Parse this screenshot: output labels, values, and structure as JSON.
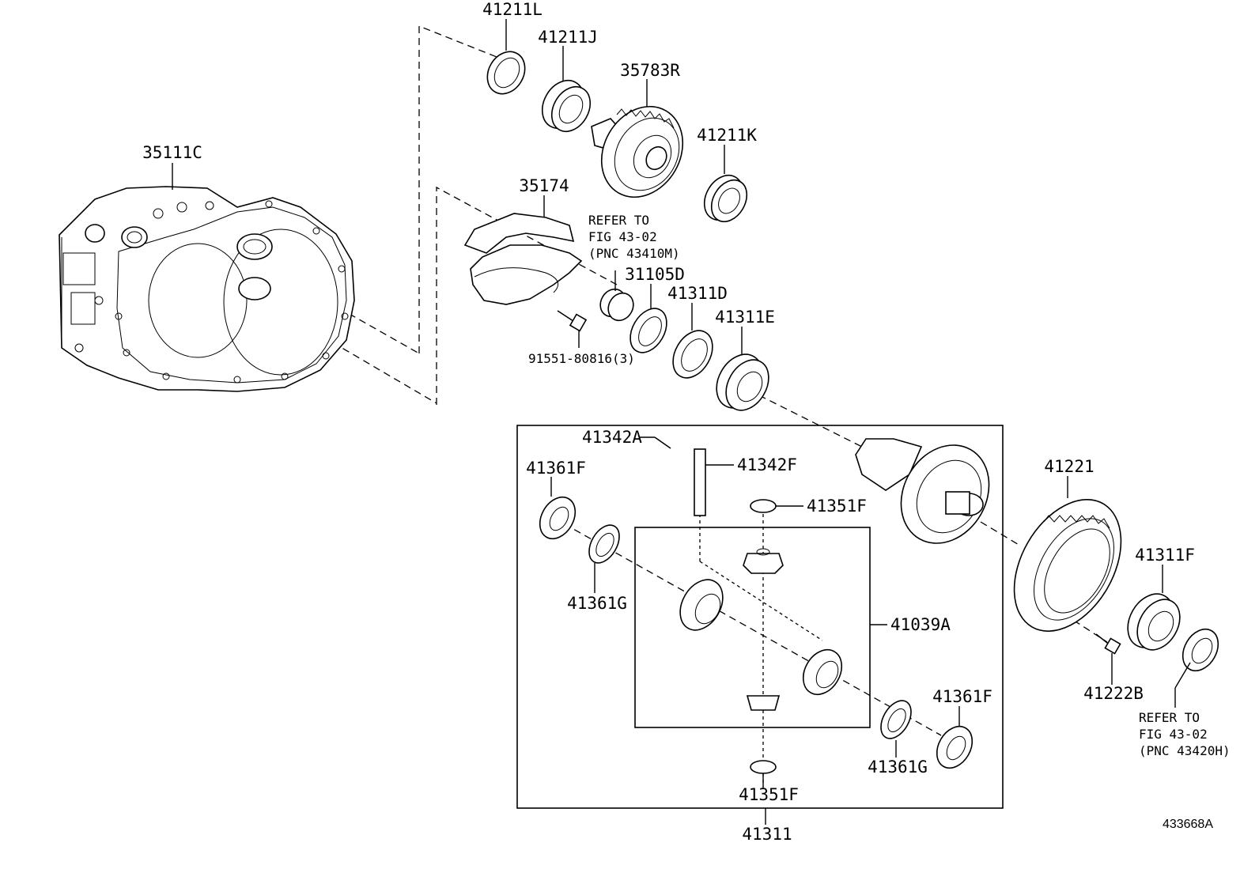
{
  "diagram": {
    "labels": {
      "p41211L": "41211L",
      "p41211J": "41211J",
      "p35783R": "35783R",
      "p41211K": "41211K",
      "p35111C": "35111C",
      "p35174": "35174",
      "p31105D": "31105D",
      "p41311D": "41311D",
      "p41311E": "41311E",
      "p91551": "91551-80816(3)",
      "p41342A": "41342A",
      "p41342F": "41342F",
      "p41361F_a": "41361F",
      "p41351F_a": "41351F",
      "p41361G_a": "41361G",
      "p41039A": "41039A",
      "p41361F_b": "41361F",
      "p41361G_b": "41361G",
      "p41351F_b": "41351F",
      "p41311": "41311",
      "p41221": "41221",
      "p41311F": "41311F",
      "p41222B": "41222B"
    },
    "notes": {
      "refer1": [
        "REFER TO",
        "FIG 43-02",
        "(PNC 43410M)"
      ],
      "refer2": [
        "REFER TO",
        "FIG 43-02",
        "(PNC 43420H)"
      ]
    },
    "reference_code": "433668A"
  }
}
